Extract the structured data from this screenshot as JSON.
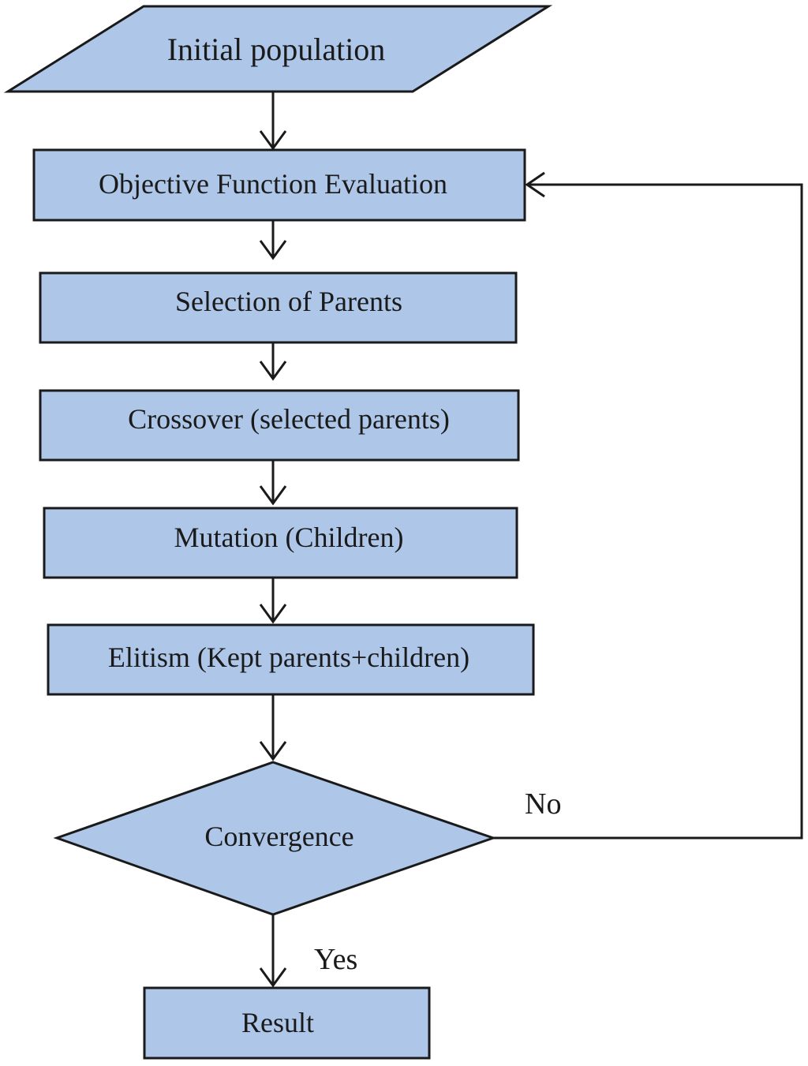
{
  "nodes": {
    "initial_population": "Initial population",
    "objective_function": "Objective Function Evaluation",
    "selection": "Selection of Parents",
    "crossover": "Crossover (selected parents)",
    "mutation": "Mutation (Children)",
    "elitism": "Elitism (Kept parents+children)",
    "convergence": "Convergence",
    "result": "Result"
  },
  "edge_labels": {
    "no": "No",
    "yes": "Yes"
  },
  "colors": {
    "node_fill": "#aec6e8",
    "stroke": "#1a1a1a"
  }
}
